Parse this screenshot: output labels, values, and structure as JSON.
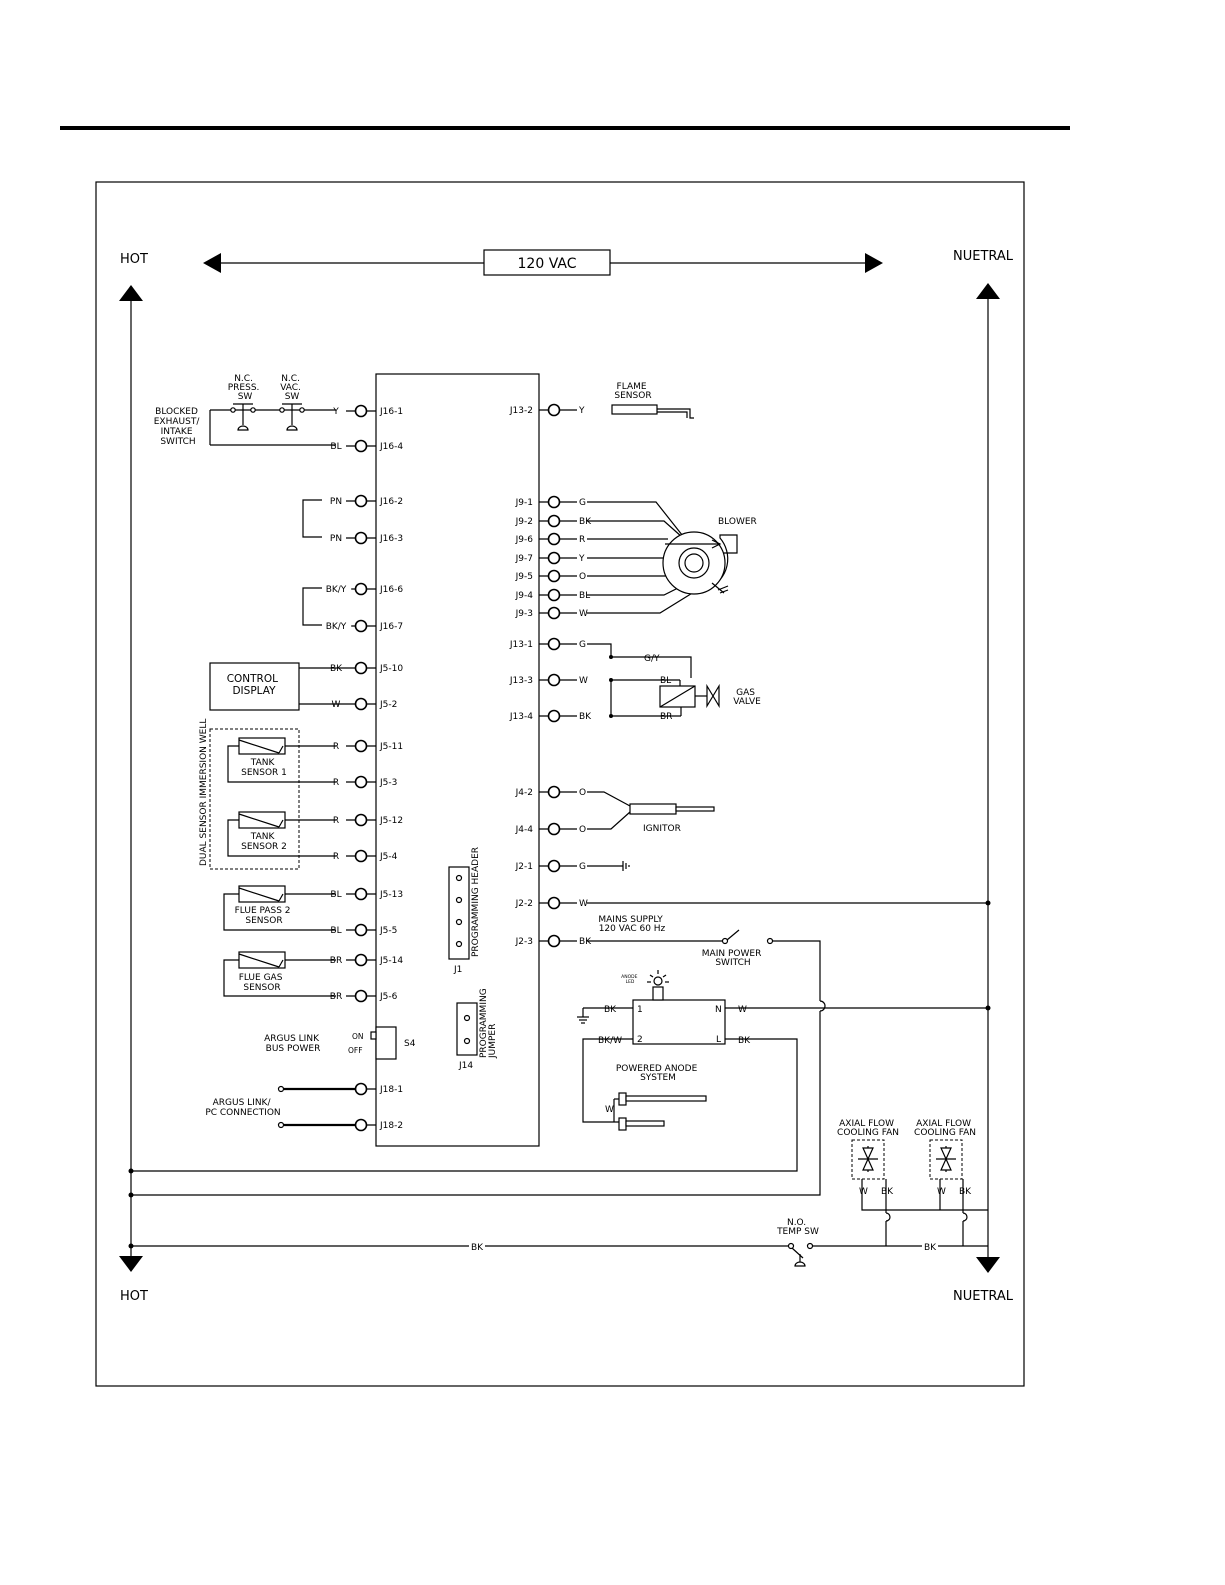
{
  "rails": {
    "hot_top": "HOT",
    "neutral_top": "NUETRAL",
    "hot_bottom": "HOT",
    "neutral_bottom": "NUETRAL",
    "voltage": "120 VAC"
  },
  "left_devices": {
    "blocked_switch": [
      "BLOCKED",
      "EXHAUST/",
      "INTAKE",
      "SWITCH"
    ],
    "press_sw": [
      "N.C.",
      "PRESS.",
      "SW"
    ],
    "vac_sw": [
      "N.C.",
      "VAC.",
      "SW"
    ],
    "control_display": [
      "CONTROL",
      "DISPLAY"
    ],
    "immersion_well": "DUAL SENSOR IMMERSION WELL",
    "tank_sensor_1": [
      "TANK",
      "SENSOR 1"
    ],
    "tank_sensor_2": [
      "TANK",
      "SENSOR 2"
    ],
    "flue_pass_2": [
      "FLUE PASS 2",
      "SENSOR"
    ],
    "flue_gas": [
      "FLUE GAS",
      "SENSOR"
    ],
    "argus_bus": [
      "ARGUS LINK",
      "BUS POWER"
    ],
    "argus_pc": [
      "ARGUS LINK/",
      "PC CONNECTION"
    ],
    "s4": "S4",
    "s4_on": "ON",
    "s4_off": "OFF"
  },
  "left_connections": [
    {
      "pin": "J16-1",
      "wire": "Y"
    },
    {
      "pin": "J16-4",
      "wire": "BL"
    },
    {
      "pin": "J16-2",
      "wire": "PN"
    },
    {
      "pin": "J16-3",
      "wire": "PN"
    },
    {
      "pin": "J16-6",
      "wire": "BK/Y"
    },
    {
      "pin": "J16-7",
      "wire": "BK/Y"
    },
    {
      "pin": "J5-10",
      "wire": "BK"
    },
    {
      "pin": "J5-2",
      "wire": "W"
    },
    {
      "pin": "J5-11",
      "wire": "R"
    },
    {
      "pin": "J5-3",
      "wire": "R"
    },
    {
      "pin": "J5-12",
      "wire": "R"
    },
    {
      "pin": "J5-4",
      "wire": "R"
    },
    {
      "pin": "J5-13",
      "wire": "BL"
    },
    {
      "pin": "J5-5",
      "wire": "BL"
    },
    {
      "pin": "J5-14",
      "wire": "BR"
    },
    {
      "pin": "J5-6",
      "wire": "BR"
    },
    {
      "pin": "J18-1",
      "wire": ""
    },
    {
      "pin": "J18-2",
      "wire": ""
    }
  ],
  "right_connections": [
    {
      "pin": "J13-2",
      "wire": "Y"
    },
    {
      "pin": "J9-1",
      "wire": "G"
    },
    {
      "pin": "J9-2",
      "wire": "BK"
    },
    {
      "pin": "J9-6",
      "wire": "R"
    },
    {
      "pin": "J9-7",
      "wire": "Y"
    },
    {
      "pin": "J9-5",
      "wire": "O"
    },
    {
      "pin": "J9-4",
      "wire": "BL"
    },
    {
      "pin": "J9-3",
      "wire": "W"
    },
    {
      "pin": "J13-1",
      "wire": "G"
    },
    {
      "pin": "J13-3",
      "wire": "W"
    },
    {
      "pin": "J13-4",
      "wire": "BK"
    },
    {
      "pin": "J4-2",
      "wire": "O"
    },
    {
      "pin": "J4-4",
      "wire": "O"
    },
    {
      "pin": "J2-1",
      "wire": "G"
    },
    {
      "pin": "J2-2",
      "wire": "W"
    },
    {
      "pin": "J2-3",
      "wire": "BK"
    }
  ],
  "board": {
    "j1": "J1",
    "prog_header": "PROGRAMMING HEADER",
    "j14": "J14",
    "prog_jumper": [
      "PROGRAMMING",
      "JUMPER"
    ]
  },
  "right_devices": {
    "flame_sensor": [
      "FLAME",
      "SENSOR"
    ],
    "blower": "BLOWER",
    "gas_valve": [
      "GAS",
      "VALVE"
    ],
    "gas_valve_wires": {
      "gy": "G/Y",
      "bl": "BL",
      "br": "BR"
    },
    "ignitor": "IGNITOR",
    "mains_supply": [
      "MAINS SUPPLY",
      "120 VAC 60 Hz"
    ],
    "main_power_switch": [
      "MAIN POWER",
      "SWITCH"
    ],
    "anode_led": [
      "ANODE",
      "LED"
    ],
    "anode_box": {
      "pin1": "1",
      "pin2": "2",
      "pinN": "N",
      "pinL": "L"
    },
    "anode_wires": {
      "bk": "BK",
      "bkw": "BK/W",
      "w": "W",
      "bk_right": "BK"
    },
    "powered_anode": [
      "POWERED ANODE",
      "SYSTEM"
    ],
    "anode_w": "W",
    "fan1": [
      "AXIAL FLOW",
      "COOLING FAN"
    ],
    "fan2": [
      "AXIAL FLOW",
      "COOLING FAN"
    ],
    "fan_wires": {
      "w1": "W",
      "bk1": "BK",
      "w2": "W",
      "bk2": "BK"
    },
    "temp_sw": [
      "N.O.",
      "TEMP SW"
    ],
    "bottom_bk_left": "BK",
    "bottom_bk_right": "BK"
  }
}
